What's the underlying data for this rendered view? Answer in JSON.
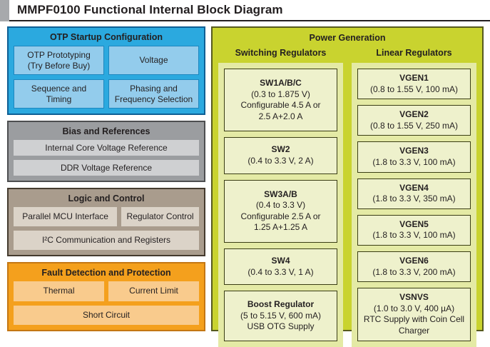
{
  "page": {
    "title": "MMPF0100 Functional Internal Block Diagram"
  },
  "colors": {
    "title_text": "#231f20",
    "corner_tab": "#a7a9ac",
    "otp_bg": "#2ba9df",
    "otp_cell": "#93ccec",
    "bias_bg": "#9b9da0",
    "bias_cell": "#cfd0d2",
    "logic_bg": "#a99c8d",
    "logic_cell": "#dbd3c8",
    "fault_bg": "#f4a01d",
    "fault_cell": "#f9cb8d",
    "power_bg": "#c9d32f",
    "power_panel": "#e4eaa5",
    "power_box": "#eef1cc"
  },
  "sections": {
    "otp": {
      "title": "OTP Startup Configuration",
      "cells": [
        [
          "OTP Prototyping",
          "(Try Before Buy)"
        ],
        [
          "Voltage"
        ],
        [
          "Sequence and",
          "Timing"
        ],
        [
          "Phasing and",
          "Frequency Selection"
        ]
      ]
    },
    "bias": {
      "title": "Bias and References",
      "cells": [
        [
          "Internal Core Voltage Reference"
        ],
        [
          "DDR Voltage Reference"
        ]
      ]
    },
    "logic": {
      "title": "Logic and Control",
      "cells": [
        [
          "Parallel MCU Interface"
        ],
        [
          "Regulator Control"
        ],
        [
          "I²C Communication and Registers"
        ]
      ]
    },
    "fault": {
      "title": "Fault Detection and Protection",
      "cells": [
        [
          "Thermal"
        ],
        [
          "Current Limit"
        ],
        [
          "Short Circuit"
        ]
      ]
    }
  },
  "power": {
    "title": "Power Generation",
    "switching": {
      "title": "Switching Regulators",
      "blocks": [
        {
          "title": "SW1A/B/C",
          "lines": [
            "(0.3 to 1.875 V)",
            "Configurable 4.5 A or",
            "2.5 A+2.0 A"
          ]
        },
        {
          "title": "SW2",
          "lines": [
            "(0.4 to 3.3 V, 2 A)"
          ]
        },
        {
          "title": "SW3A/B",
          "lines": [
            "(0.4 to 3.3 V)",
            "Configurable 2.5 A or",
            "1.25 A+1.25 A"
          ]
        },
        {
          "title": "SW4",
          "lines": [
            "(0.4 to 3.3 V, 1 A)"
          ]
        },
        {
          "title": "Boost Regulator",
          "lines": [
            "(5 to 5.15 V, 600 mA)",
            "USB OTG Supply"
          ]
        }
      ]
    },
    "linear": {
      "title": "Linear Regulators",
      "blocks": [
        {
          "title": "VGEN1",
          "lines": [
            "(0.8 to 1.55 V, 100 mA)"
          ]
        },
        {
          "title": "VGEN2",
          "lines": [
            "(0.8 to 1.55 V, 250 mA)"
          ]
        },
        {
          "title": "VGEN3",
          "lines": [
            "(1.8 to 3.3 V, 100 mA)"
          ]
        },
        {
          "title": "VGEN4",
          "lines": [
            "(1.8 to 3.3 V, 350 mA)"
          ]
        },
        {
          "title": "VGEN5",
          "lines": [
            "(1.8 to 3.3 V, 100 mA)"
          ]
        },
        {
          "title": "VGEN6",
          "lines": [
            "(1.8 to 3.3 V, 200 mA)"
          ]
        },
        {
          "title": "VSNVS",
          "lines": [
            "(1.0 to 3.0 V, 400 µA)",
            "RTC Supply with Coin Cell Charger"
          ]
        }
      ]
    }
  }
}
